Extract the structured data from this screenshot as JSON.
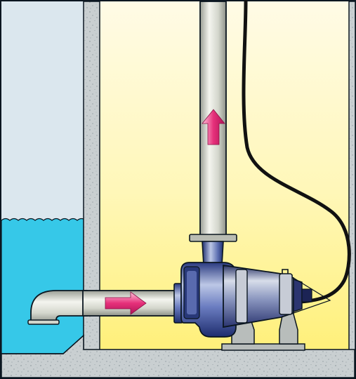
{
  "diagram": {
    "subject": "dry-well-pump-installation",
    "colors": {
      "outline": "#0b1620",
      "concrete": "#c9cfd1",
      "concrete_speckle": "#7d8a90",
      "wet_well_air": "#dbe7ee",
      "water": "#36c8e8",
      "dry_well_top": "#fffbe6",
      "dry_well_bottom": "#fff07a",
      "pipe_light": "#f4f5ef",
      "pipe_mid": "#c9ccc2",
      "pipe_dark": "#8d9188",
      "pump_blue_light": "#bcc7e6",
      "pump_blue": "#5a6db0",
      "pump_blue_dark": "#1e2d6e",
      "flow_arrow": "#e6307a",
      "flow_arrow_light": "#ffc4dc",
      "cable": "#111111",
      "bracket": "#b8bdbb"
    },
    "arrows": [
      {
        "name": "suction-flow-arrow",
        "direction": "right"
      },
      {
        "name": "discharge-flow-arrow",
        "direction": "up"
      }
    ]
  }
}
